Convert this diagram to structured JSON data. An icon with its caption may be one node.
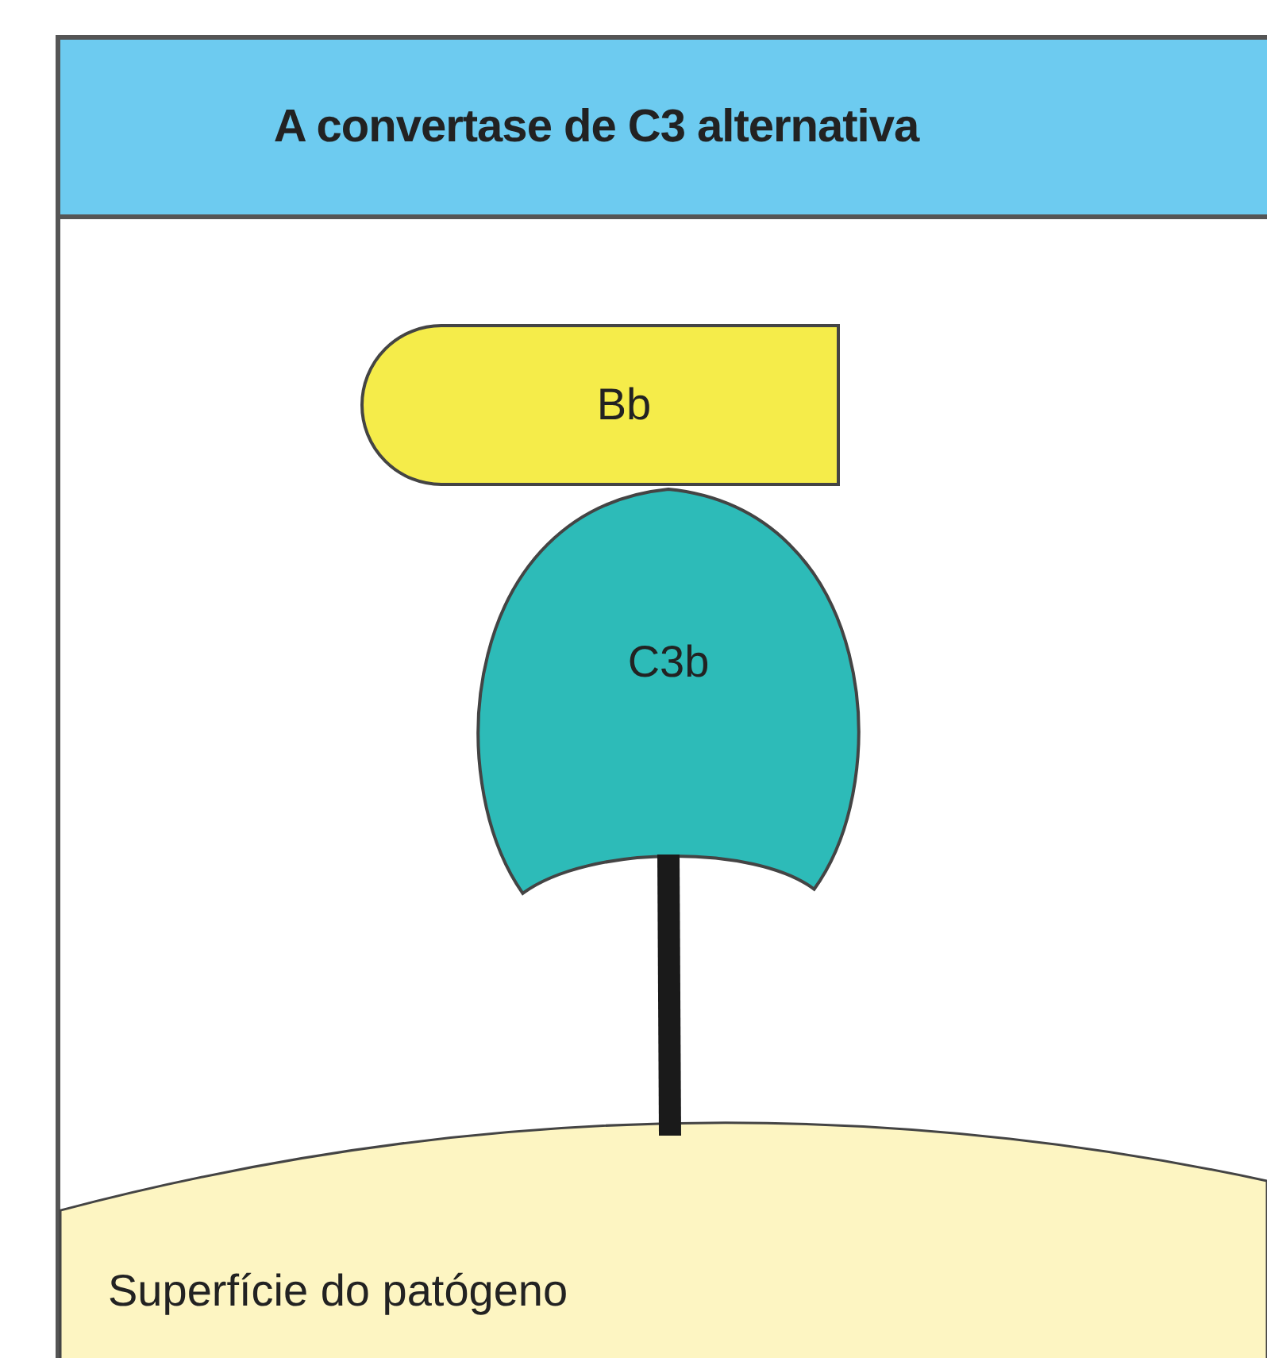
{
  "diagram": {
    "title": "A convertase de C3 alternativa",
    "nodes": [
      {
        "text": [
          "Bb"
        ]
      },
      {
        "text": [
          "C3b"
        ]
      },
      {
        "text": [
          "Superfície do patógeno"
        ]
      }
    ],
    "edges": [
      {
        "from": 1,
        "to": 2,
        "arrow": "none"
      }
    ]
  }
}
